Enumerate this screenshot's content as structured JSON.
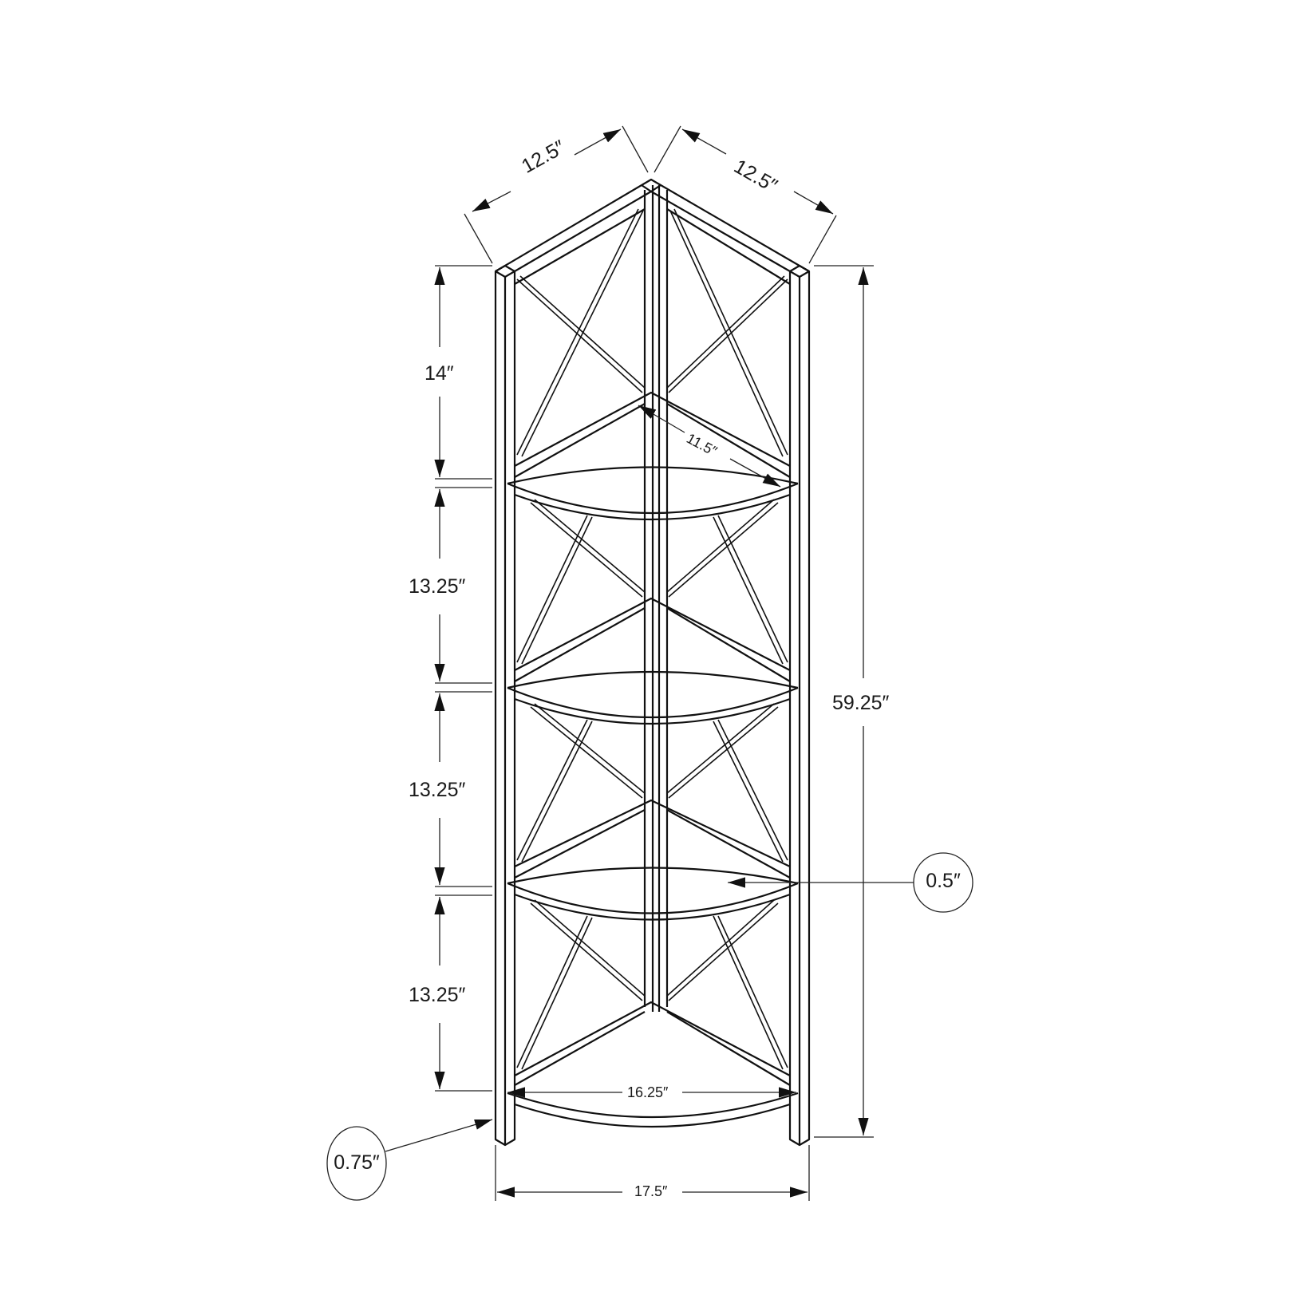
{
  "diagram": {
    "subject": "Corner bookshelf dimensions",
    "line_color": "#111111",
    "background": "#ffffff",
    "dimensions": {
      "top_left_side": "12.5″",
      "top_right_side": "12.5″",
      "shelf_depth": "11.5″",
      "top_shelf_spacing": "14″",
      "shelf_spacing_2": "13.25″",
      "shelf_spacing_3": "13.25″",
      "shelf_spacing_4": "13.25″",
      "overall_height": "59.25″",
      "shelf_thickness": "0.5″",
      "bottom_shelf_width": "16.25″",
      "post_thickness": "0.75″",
      "overall_width": "17.5″"
    },
    "shelf_count": 4
  }
}
